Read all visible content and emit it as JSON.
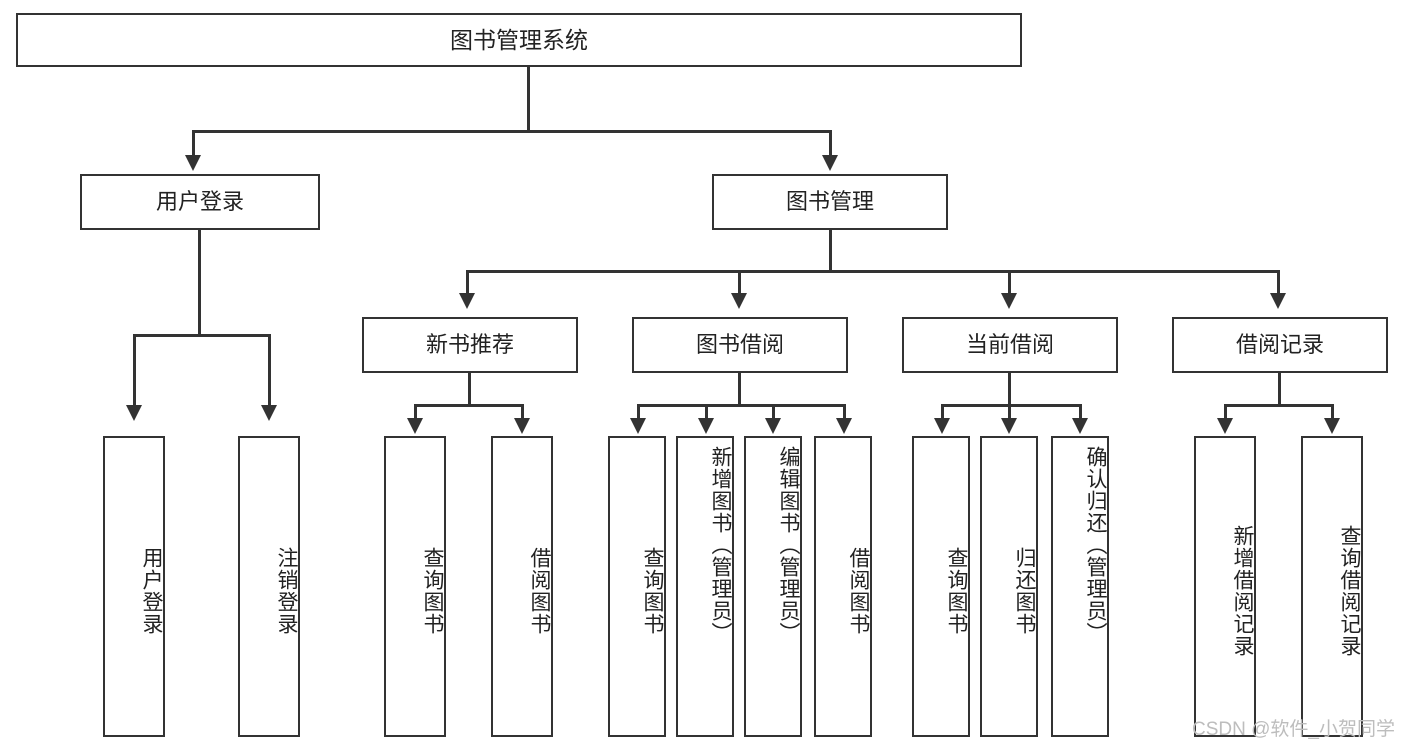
{
  "diagram": {
    "title": "图书管理系统",
    "type": "hierarchy-tree",
    "root": {
      "label": "图书管理系统"
    },
    "level2": [
      {
        "label": "用户登录"
      },
      {
        "label": "图书管理"
      }
    ],
    "level3": [
      {
        "label": "新书推荐"
      },
      {
        "label": "图书借阅"
      },
      {
        "label": "当前借阅"
      },
      {
        "label": "借阅记录"
      }
    ],
    "leaves": {
      "user_login": [
        {
          "label": "用户登录"
        },
        {
          "label": "注销登录"
        }
      ],
      "new_book_recommend": [
        {
          "label": "查询图书"
        },
        {
          "label": "借阅图书"
        }
      ],
      "book_borrow": [
        {
          "label": "查询图书"
        },
        {
          "label": "新增图书（管理员）"
        },
        {
          "label": "编辑图书（管理员）"
        },
        {
          "label": "借阅图书"
        }
      ],
      "current_borrow": [
        {
          "label": "查询图书"
        },
        {
          "label": "归还图书"
        },
        {
          "label": "确认归还（管理员）"
        }
      ],
      "borrow_record": [
        {
          "label": "新增借阅记录"
        },
        {
          "label": "查询借阅记录"
        }
      ]
    }
  },
  "watermark": {
    "text": "CSDN @软件_小贺同学"
  },
  "colors": {
    "stroke": "#333333",
    "fill": "#ffffff",
    "text": "#222222",
    "watermark": "#bdbdbd"
  }
}
